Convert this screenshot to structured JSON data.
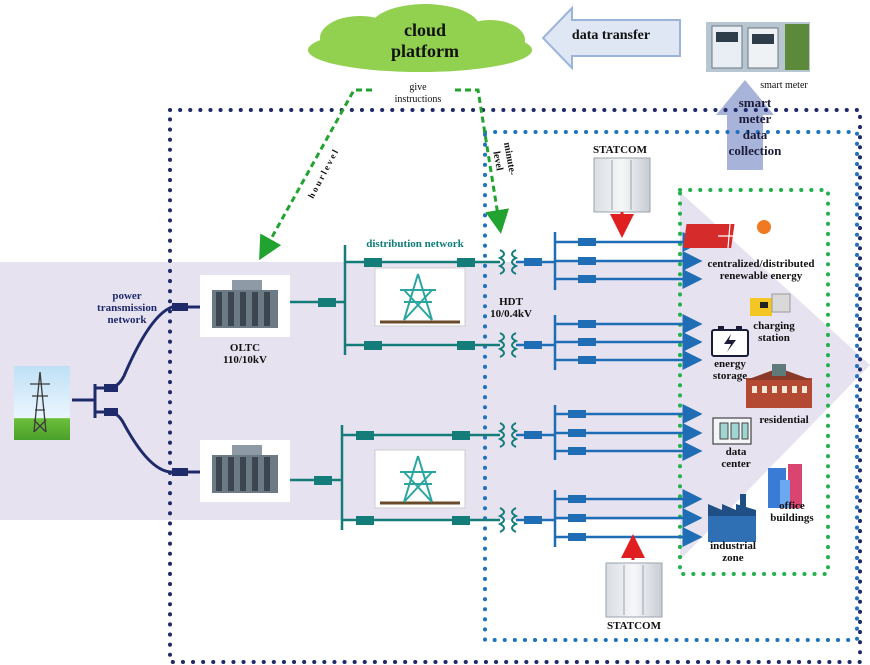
{
  "cloud": {
    "line1": "cloud",
    "line2": "platform"
  },
  "data_transfer": "data transfer",
  "smart_meter": "smart meter",
  "smart_meter_collection": {
    "l1": "smart",
    "l2": "meter",
    "l3": "data",
    "l4": "collection"
  },
  "give_instructions": {
    "l1": "give",
    "l2": "instructions"
  },
  "hour_level": "h o u r  l e v e l",
  "minute_level": {
    "l1": "minute-",
    "l2": "level"
  },
  "statcom_top": "STATCOM",
  "statcom_bottom": "STATCOM",
  "distribution_network": "distribution network",
  "power_transmission": {
    "l1": "power",
    "l2": "transmission",
    "l3": "network"
  },
  "oltc": {
    "l1": "OLTC",
    "l2": "110/10kV"
  },
  "hdt": {
    "l1": "HDT",
    "l2": "10/0.4kV"
  },
  "loads": {
    "renewable": {
      "l1": "centralized/distributed",
      "l2": "renewable energy"
    },
    "charging": {
      "l1": "charging",
      "l2": "station"
    },
    "storage": {
      "l1": "energy",
      "l2": "storage"
    },
    "residential": "residential",
    "datacenter": {
      "l1": "data",
      "l2": "center"
    },
    "office": {
      "l1": "office",
      "l2": "buildings"
    },
    "industrial": {
      "l1": "industrial",
      "l2": "zone"
    }
  },
  "colors": {
    "navy_dots": "#1f2a6b",
    "blue_dots": "#1e73be",
    "green_dots": "#22b14c",
    "green_arrow": "#22a32f",
    "line_blue": "#1f6db5",
    "teal": "#147d79",
    "cloud": "#92d050",
    "red": "#e02020",
    "band": "#e7e2f0"
  },
  "icons": [
    "cloud-icon",
    "smart-meter-icon",
    "transmission-tower-icon",
    "transformer-icon",
    "statcom-cabinet-icon",
    "solar-panel-icon",
    "charging-station-icon",
    "battery-icon",
    "residential-building-icon",
    "data-center-icon",
    "office-buildings-icon",
    "factory-icon"
  ]
}
